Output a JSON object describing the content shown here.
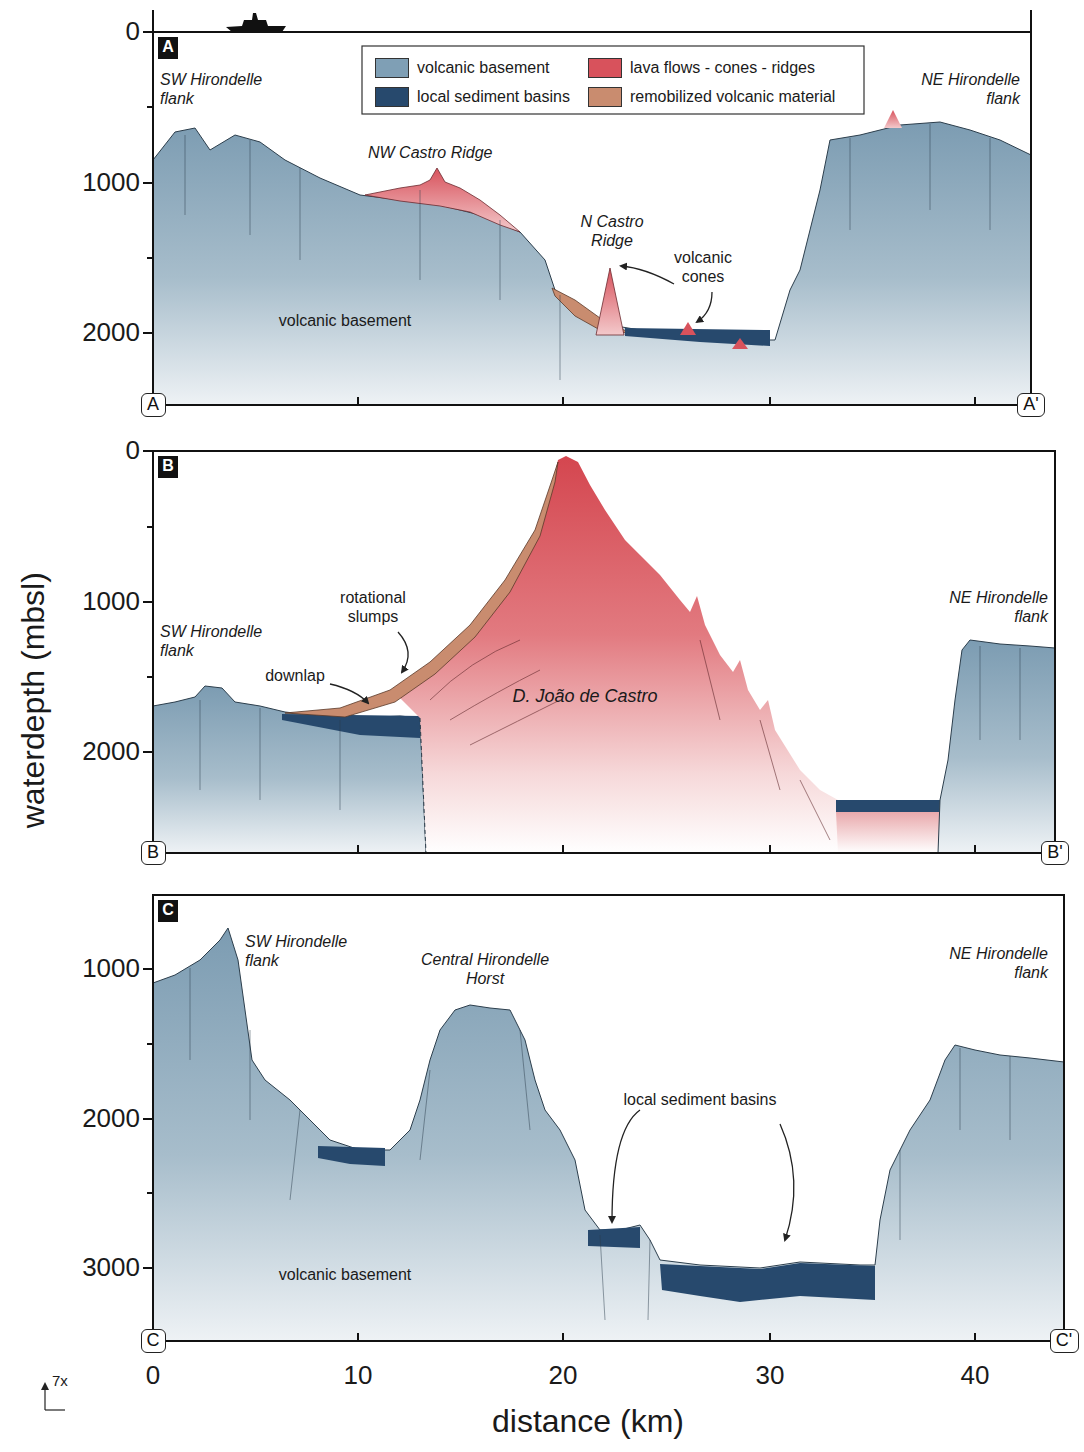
{
  "diagram": {
    "nodes": [
      {
        "text": [
          "A"
        ]
      },
      {
        "text": [
          "A"
        ]
      },
      {
        "text": [
          "A'"
        ]
      },
      {
        "text": [
          "B"
        ]
      },
      {
        "text": [
          "B"
        ]
      },
      {
        "text": [
          "B'"
        ]
      },
      {
        "text": [
          "C"
        ]
      },
      {
        "text": [
          "C"
        ]
      },
      {
        "text": [
          "C'"
        ]
      }
    ],
    "labels": [
      "0",
      "1000",
      "2000",
      "SW Hirondelle flank",
      "NW Castro Ridge",
      "N Castro Ridge",
      "volcanic cones",
      "NE Hirondelle flank",
      "volcanic basement",
      "0",
      "1000",
      "2000",
      "SW Hirondelle flank",
      "rotational slumps",
      "downlap",
      "D. João de Castro",
      "NE Hirondelle flank",
      "1000",
      "2000",
      "3000",
      "SW Hirondelle flank",
      "Central Hirondelle Horst",
      "local sediment basins",
      "NE Hirondelle flank",
      "volcanic basement",
      "0",
      "10",
      "20",
      "30",
      "40",
      "waterdepth (mbsl)",
      "distance (km)",
      "7x"
    ],
    "legend": [
      {
        "text": "volcanic basement",
        "color": "#7f9fb5"
      },
      {
        "text": "lava flows - cones - ridges",
        "color": "#d8525c"
      },
      {
        "text": "local sediment basins",
        "color": "#27496d"
      },
      {
        "text": "remobilized volcanic material",
        "color": "#c98c6f"
      }
    ]
  }
}
